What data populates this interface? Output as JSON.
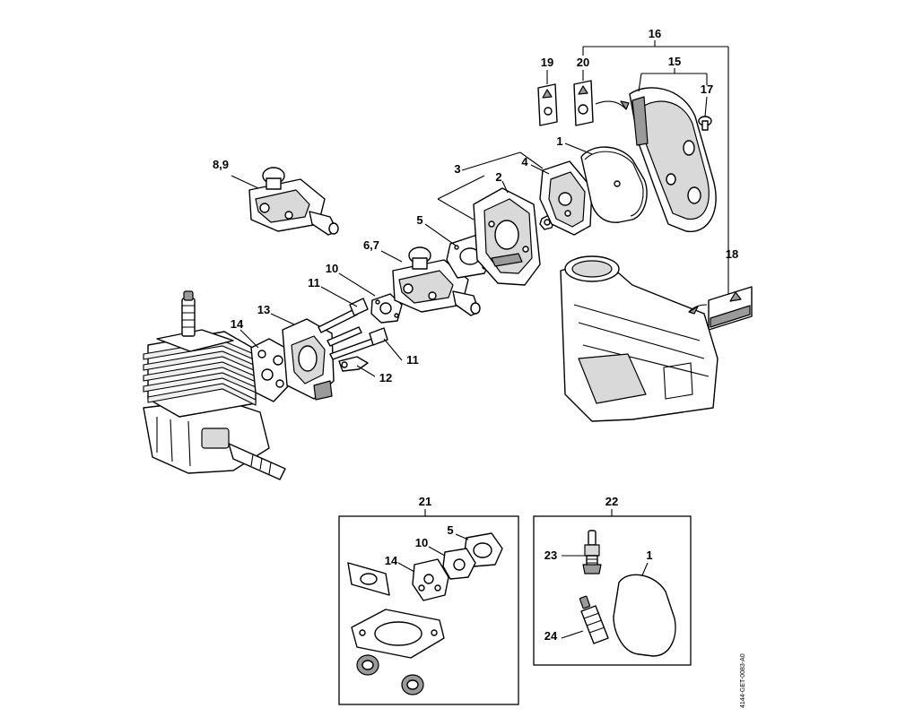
{
  "callouts": {
    "c1": "1",
    "c2": "2",
    "c3": "3",
    "c4": "4",
    "c5": "5",
    "c67": "6,7",
    "c89": "8,9",
    "c10": "10",
    "c11a": "11",
    "c11b": "11",
    "c12": "12",
    "c13": "13",
    "c14": "14",
    "c15": "15",
    "c16": "16",
    "c17": "17",
    "c18": "18",
    "c19": "19",
    "c20": "20"
  },
  "kit21": {
    "label": "21",
    "c5": "5",
    "c10": "10",
    "c14": "14"
  },
  "kit22": {
    "label": "22",
    "c23": "23",
    "c1": "1",
    "c24": "24"
  },
  "reference_code": "4144-GET-0083-A0"
}
